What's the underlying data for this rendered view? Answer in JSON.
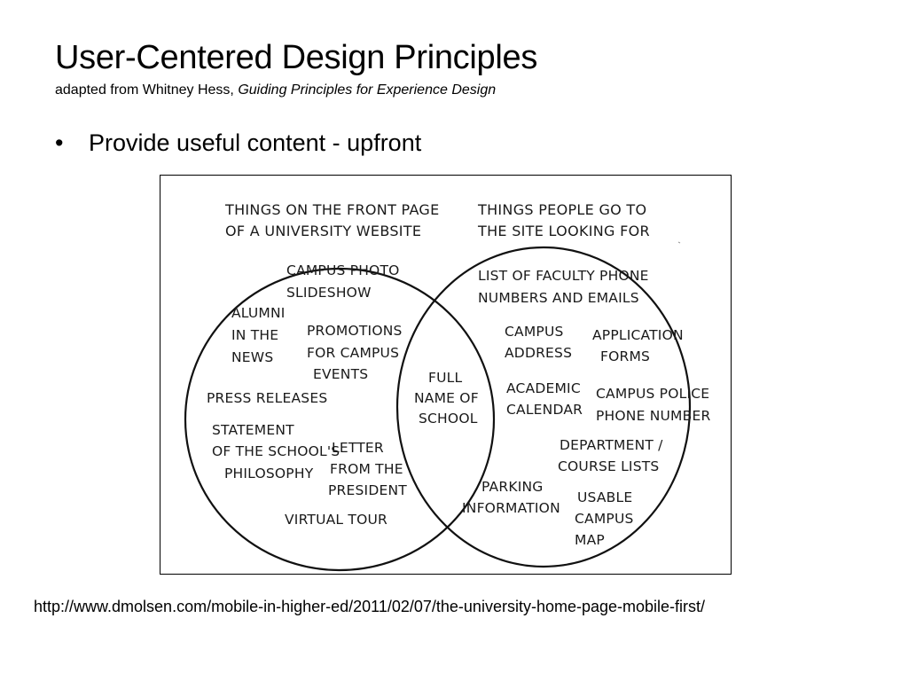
{
  "slide": {
    "title": "User-Centered Design Principles",
    "subtitle_prefix": "adapted from Whitney Hess, ",
    "subtitle_italic": "Guiding Principles for Experience Design",
    "bullet": "Provide useful content  - upfront",
    "footer_url": "http://www.dmolsen.com/mobile-in-higher-ed/2011/02/07/the-university-home-page-mobile-first/"
  },
  "comic": {
    "left_heading": [
      "THINGS ON THE FRONT PAGE",
      "OF A UNIVERSITY WEBSITE"
    ],
    "right_heading": [
      "THINGS PEOPLE GO TO",
      "THE SITE LOOKING FOR"
    ],
    "left_items": {
      "campus_photo": [
        "CAMPUS PHOTO",
        "SLIDESHOW"
      ],
      "alumni": [
        "ALUMNI",
        "IN THE",
        "NEWS"
      ],
      "promotions": [
        "PROMOTIONS",
        "FOR CAMPUS",
        "EVENTS"
      ],
      "press": [
        "PRESS RELEASES"
      ],
      "statement": [
        "STATEMENT",
        "OF THE SCHOOL'S",
        "PHILOSOPHY"
      ],
      "letter": [
        "LETTER",
        "FROM THE",
        "PRESIDENT"
      ],
      "tour": [
        "VIRTUAL TOUR"
      ]
    },
    "center_item": [
      "FULL",
      "NAME OF",
      "SCHOOL"
    ],
    "right_items": {
      "faculty": [
        "LIST OF FACULTY PHONE",
        "NUMBERS AND EMAILS"
      ],
      "address": [
        "CAMPUS",
        "ADDRESS"
      ],
      "application": [
        "APPLICATION",
        "FORMS"
      ],
      "calendar": [
        "ACADEMIC",
        "CALENDAR"
      ],
      "police": [
        "CAMPUS POLICE",
        "PHONE NUMBER"
      ],
      "department": [
        "DEPARTMENT /",
        "COURSE LISTS"
      ],
      "parking": [
        "PARKING",
        "INFORMATION"
      ],
      "map": [
        "USABLE",
        "CAMPUS",
        "MAP"
      ]
    }
  }
}
